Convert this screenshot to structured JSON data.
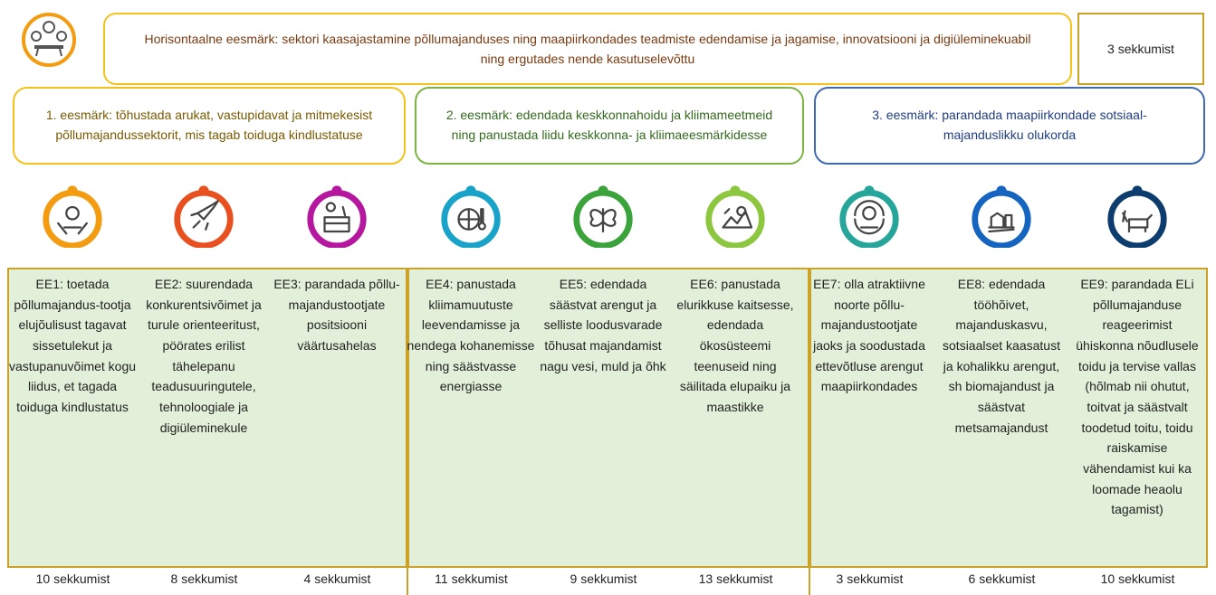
{
  "horizontal": {
    "text": "Horisontaalne eesmärk: sektori kaasajastamine põllumajanduses ning maapiirkondades teadmiste edendamise ja jagamise, innovatsiooni ja digiüleminekuabil ning ergutades nende kasutuselevõttu",
    "count": "3 sekkumist"
  },
  "goals": [
    {
      "text": "1. eesmärk: tõhustada arukat, vastupidavat ja mitmekesist põllumajandussektorit, mis tagab toiduga kindlustatuse"
    },
    {
      "text": "2. eesmärk: edendada keskkonnahoidu ja kliimameetmeid ning panustada liidu keskkonna- ja kliimaeesmärkidesse"
    },
    {
      "text": "3. eesmärk: parandada maapiirkondade sotsiaal-majanduslikku olukorda"
    }
  ],
  "objectives": [
    {
      "text": "EE1: toetada põllumajandus-tootja elujõulisust tagavat sissetulekut ja vastupanuvõimet kogu liidus, et tagada toiduga kindlustatus",
      "count": "10 sekkumist",
      "icon": "farmer-hands-icon",
      "color": "#f39c12"
    },
    {
      "text": "EE2: suurendada konkurentsivõimet ja turule orienteeritust, pöörates erilist tähelepanu teadusuuringutele, tehnoloogiale ja digiüleminekule",
      "count": "8 sekkumist",
      "icon": "rocket-icon",
      "color": "#e8501f"
    },
    {
      "text": "EE3: parandada põllu-majandustootjate positsiooni väärtusahelas",
      "count": "4 sekkumist",
      "icon": "vegetable-crate-icon",
      "color": "#b5179e"
    },
    {
      "text": "EE4: panustada kliimamuutuste leevendamisse ja nendega kohanemisse ning säästvasse energiasse",
      "count": "11 sekkumist",
      "icon": "globe-thermometer-icon",
      "color": "#1aa3c8"
    },
    {
      "text": "EE5: edendada säästvat arengut ja selliste loodusvarade tõhusat majandamist nagu vesi, muld ja õhk",
      "count": "9 sekkumist",
      "icon": "butterfly-icon",
      "color": "#3ba33b"
    },
    {
      "text": "EE6: panustada elurikkuse kaitsesse, edendada ökosüsteemi teenuseid ning säilitada elupaiku ja maastikke",
      "count": "13 sekkumist",
      "icon": "landscape-icon",
      "color": "#8dc63f"
    },
    {
      "text": "EE7: olla atraktiivne noorte põllu-majandustootjate jaoks ja soodustada ettevõtluse arengut maapiirkondades",
      "count": "3 sekkumist",
      "icon": "young-farmer-icon",
      "color": "#26a69a"
    },
    {
      "text": "EE8: edendada tööhõivet, majanduskasvu, sotsiaalset kaasatust ja kohalikku arengut, sh biomajandust ja säästvat metsamajandust",
      "count": "6 sekkumist",
      "icon": "rural-village-icon",
      "color": "#1565c0"
    },
    {
      "text": "EE9: parandada ELi põllumajanduse reageerimist ühiskonna nõudlusele toidu ja tervise vallas (hõlmab nii ohutut, toitvat ja säästvalt toodetud toitu, toidu raiskamise vähendamist kui ka loomade heaolu tagamist)",
      "count": "10 sekkumist",
      "icon": "livestock-icon",
      "color": "#0d3c6e"
    }
  ]
}
